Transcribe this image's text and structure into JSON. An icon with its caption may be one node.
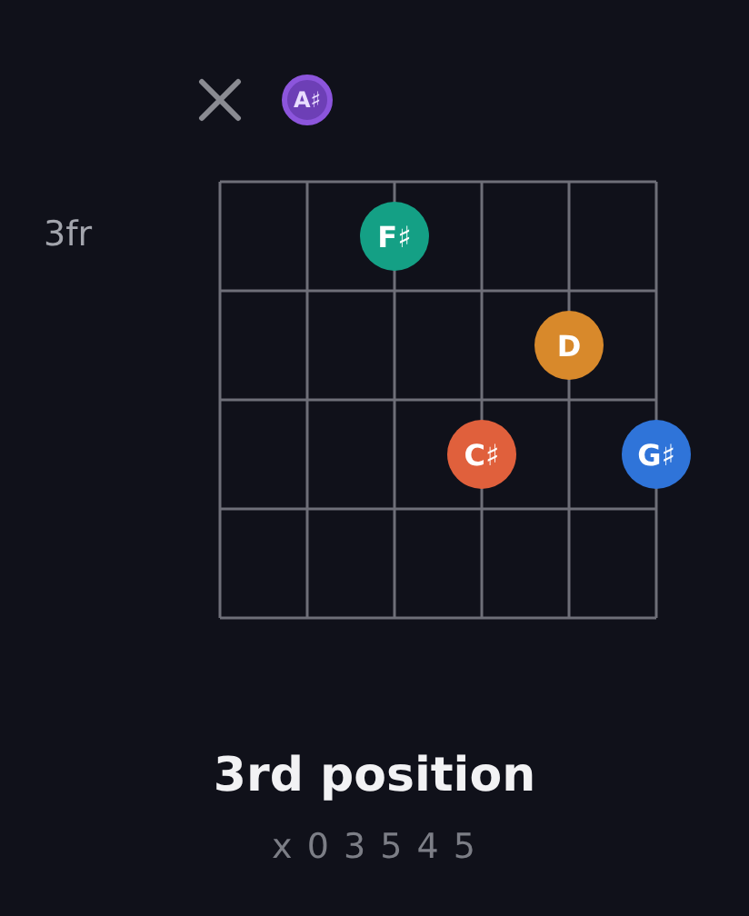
{
  "diagram": {
    "title": "3rd position",
    "nodes": [
      {
        "text": [
          "A♯"
        ]
      },
      {
        "text": [
          "F♯"
        ]
      },
      {
        "text": [
          "D"
        ]
      },
      {
        "text": [
          "C♯"
        ]
      },
      {
        "text": [
          "G♯"
        ]
      }
    ],
    "labels": [
      "3fr",
      "x 0 3 5 4 5"
    ]
  }
}
